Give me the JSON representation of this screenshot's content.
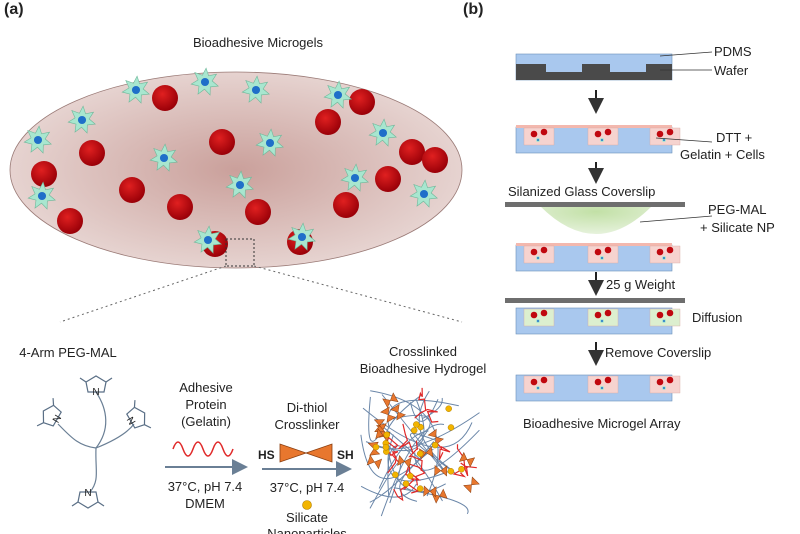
{
  "panel_a": {
    "label": "(a)",
    "title": "Bioadhesive Microgels",
    "pegmal": "4-Arm PEG-MAL",
    "adhesive_1": "Adhesive",
    "adhesive_2": "Protein",
    "adhesive_3": "(Gelatin)",
    "cond1_1": "37°C, pH 7.4",
    "cond1_2": "DMEM",
    "crosslinker_1": "Di-thiol",
    "crosslinker_2": "Crosslinker",
    "hs": "HS",
    "sh": "SH",
    "cond2": "37°C, pH 7.4",
    "silicate_1": "Silicate",
    "silicate_2": "Nanoparticles",
    "result_1": "Crosslinked",
    "result_2": "Bioadhesive Hydrogel",
    "colors": {
      "bead": "#c0080f",
      "cell": "#a8e6cf",
      "nucleus": "#1f6fc9",
      "ellipse": "#d8b9b5"
    }
  },
  "panel_b": {
    "label": "(b)",
    "pdms": "PDMS",
    "wafer": "Wafer",
    "dtt_1": "DTT +",
    "dtt_2": "Gelatin + Cells",
    "coverslip": "Silanized Glass Coverslip",
    "pegmal_1": "PEG-MAL",
    "pegmal_2": "+ Silicate NP",
    "weight": "25 g Weight",
    "diffusion": "Diffusion",
    "remove": "Remove Coverslip",
    "array": "Bioadhesive Microgel Array",
    "colors": {
      "pdms": "#a9c8ee",
      "wafer": "#4a4a4a",
      "gel": "#f6d3cf",
      "dome": "#cde6b8"
    }
  }
}
